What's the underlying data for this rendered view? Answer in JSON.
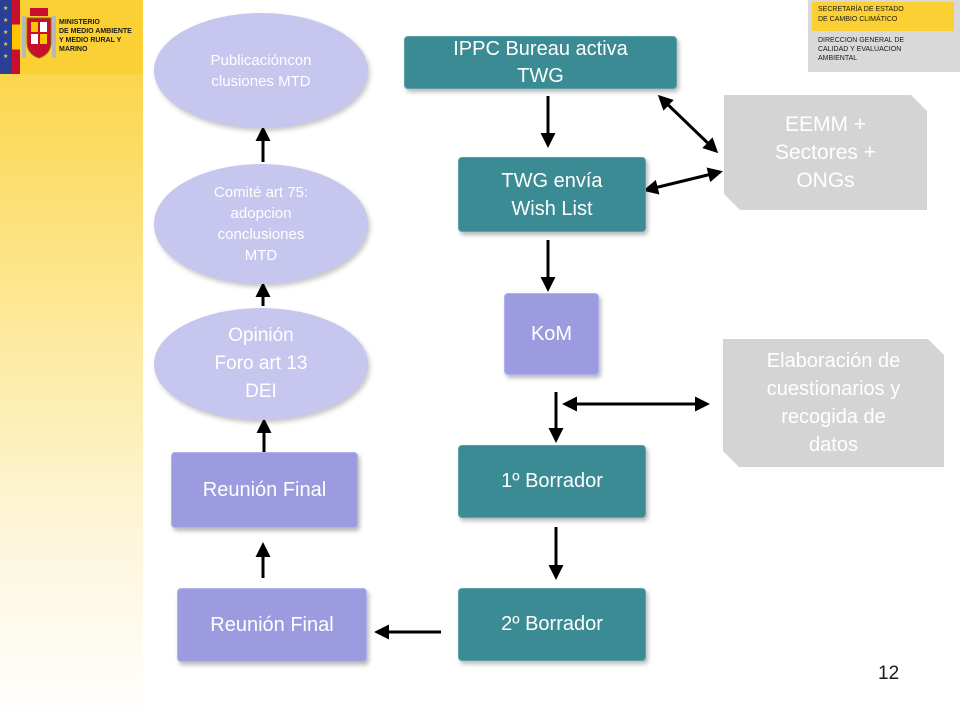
{
  "header": {
    "ministry": [
      "MINISTERIO",
      "DE MEDIO AMBIENTE",
      "Y MEDIO RURAL Y MARINO"
    ],
    "secretaria": [
      "SECRETARÍA DE ESTADO",
      "DE CAMBIO CLIMÁTICO"
    ],
    "direccion": [
      "DIRECCION GENERAL DE",
      "CALIDAD Y EVALUACION",
      "AMBIENTAL"
    ]
  },
  "nodes": {
    "publicacion": [
      "Publicacióncon",
      "clusiones MTD"
    ],
    "comite": [
      "Comité art 75:",
      "adopcion",
      "conclusiones",
      "MTD"
    ],
    "opinion": [
      "Opinión",
      "Foro art 13",
      "DEI"
    ],
    "reunion_final_upper": "Reunión Final",
    "reunion_final_lower": "Reunión Final",
    "ippc": [
      "IPPC Bureau activa",
      "TWG"
    ],
    "twg": [
      "TWG envía",
      "Wish List"
    ],
    "kom": "KoM",
    "borrador1": "1º Borrador",
    "borrador2": "2º Borrador",
    "eemm": [
      "EEMM +",
      "Sectores +",
      "ONGs"
    ],
    "elaboracion": [
      "Elaboración de",
      "cuestionarios y",
      "recogida de",
      "datos"
    ]
  },
  "page_number": "12",
  "colors": {
    "teal": "#3a8b93",
    "purple": "#9d9be0",
    "lavender": "#c6c6ee",
    "grey": "#d4d4d4",
    "gold": "#fbd035"
  }
}
